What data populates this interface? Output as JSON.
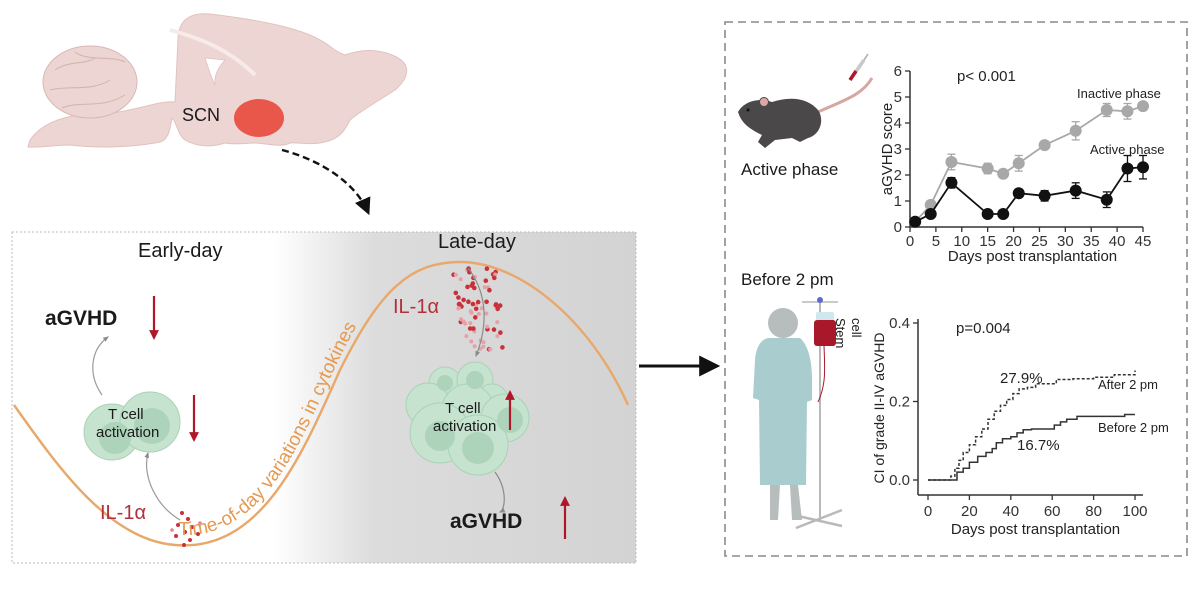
{
  "brain": {
    "region_label": "SCN"
  },
  "mechanism_panel": {
    "early_day": {
      "title": "Early-day",
      "agvhd_label": "aGVHD",
      "tcell_line1": "T cell",
      "tcell_line2": "activation",
      "cytokine_label": "IL-1α",
      "agvhd_trend": "down",
      "tcell_trend": "down"
    },
    "late_day": {
      "title": "Late-day",
      "agvhd_label": "aGVHD",
      "tcell_line1": "T cell",
      "tcell_line2": "activation",
      "cytokine_label": "IL-1α",
      "agvhd_trend": "up",
      "tcell_trend": "up"
    },
    "curve_caption": "Time-of-day variations in cytokines"
  },
  "colors": {
    "curve": "#e8a86a",
    "curve_text": "#e59a52",
    "arrow_red": "#b0162a",
    "cytokine_red": "#b0303c",
    "cell_green": "#b9dcc6",
    "scn_red": "#e8574a",
    "brain": "#ecd5d3"
  },
  "results_panel": {
    "mouse_label": "Active phase",
    "patient_label": "Before 2 pm",
    "stem_cell_label_line1": "Stem",
    "stem_cell_label_line2": "cell"
  },
  "chart_data": [
    {
      "type": "line",
      "title": "",
      "annotation": "p< 0.001",
      "xlabel": "Days post transplantation",
      "ylabel": "aGVHD score",
      "xlim": [
        0,
        45
      ],
      "ylim": [
        0,
        6
      ],
      "xticks": [
        0,
        5,
        10,
        15,
        20,
        25,
        30,
        35,
        40,
        45
      ],
      "yticks": [
        0,
        1,
        2,
        3,
        4,
        5,
        6
      ],
      "legend": "inline-right",
      "series": [
        {
          "name": "Inactive phase",
          "color": "#a8a8a8",
          "x": [
            1,
            4,
            8,
            15,
            18,
            21,
            26,
            32,
            38,
            42,
            45
          ],
          "y": [
            0.2,
            0.85,
            2.5,
            2.25,
            2.05,
            2.45,
            3.15,
            3.7,
            4.5,
            4.45,
            4.65
          ],
          "err": [
            0.1,
            0.15,
            0.3,
            0.2,
            0.12,
            0.3,
            0.15,
            0.35,
            0.25,
            0.3,
            0.15
          ]
        },
        {
          "name": "Active phase",
          "color": "#111111",
          "x": [
            1,
            4,
            8,
            15,
            18,
            21,
            26,
            32,
            38,
            42,
            45
          ],
          "y": [
            0.2,
            0.5,
            1.7,
            0.5,
            0.5,
            1.3,
            1.2,
            1.4,
            1.05,
            2.25,
            2.3
          ],
          "err": [
            0.05,
            0.1,
            0.2,
            0.05,
            0.1,
            0.15,
            0.2,
            0.3,
            0.3,
            0.5,
            0.45
          ]
        }
      ]
    },
    {
      "type": "line",
      "title": "",
      "annotation": "p=0.004",
      "xlabel": "Days post transplantation",
      "ylabel": "CI of grade II-IV aGVHD",
      "xlim": [
        0,
        100
      ],
      "ylim": [
        0,
        0.4
      ],
      "xticks": [
        0,
        20,
        40,
        60,
        80,
        100
      ],
      "yticks": [
        "0.0",
        "0.2",
        "0.4"
      ],
      "legend": "inline-right",
      "series": [
        {
          "name": "After 2 pm",
          "style": "dashed",
          "end_label": "27.9%",
          "x": [
            0,
            9,
            11,
            13,
            15,
            17,
            20,
            23,
            26,
            29,
            32,
            35,
            38,
            41,
            44,
            48,
            52,
            57,
            62,
            70,
            80,
            90,
            100
          ],
          "y": [
            0,
            0,
            0.01,
            0.03,
            0.05,
            0.07,
            0.09,
            0.11,
            0.13,
            0.155,
            0.175,
            0.19,
            0.205,
            0.22,
            0.232,
            0.236,
            0.245,
            0.245,
            0.256,
            0.258,
            0.262,
            0.268,
            0.279
          ]
        },
        {
          "name": "Before 2 pm",
          "style": "solid",
          "end_label": "16.7%",
          "x": [
            0,
            12,
            14,
            17,
            20,
            24,
            28,
            31,
            33,
            36,
            40,
            43,
            46,
            50,
            55,
            61,
            64,
            67,
            72,
            80,
            95,
            100
          ],
          "y": [
            0,
            0,
            0.02,
            0.03,
            0.045,
            0.06,
            0.07,
            0.08,
            0.095,
            0.105,
            0.11,
            0.12,
            0.128,
            0.13,
            0.13,
            0.14,
            0.148,
            0.155,
            0.162,
            0.162,
            0.167,
            0.167
          ]
        }
      ]
    }
  ]
}
